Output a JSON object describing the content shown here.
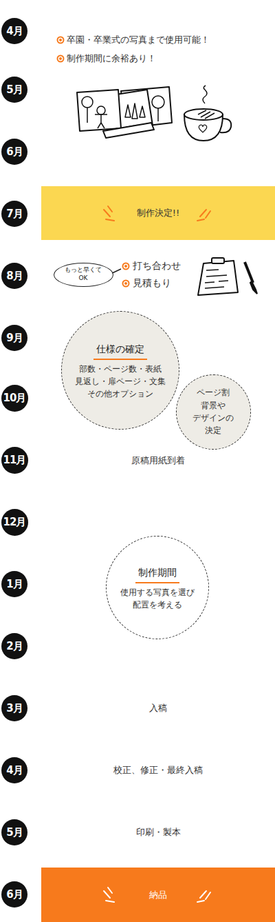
{
  "diagram": {
    "nodes": [
      {
        "text": [
          "4月"
        ]
      },
      {
        "text": [
          "5月"
        ]
      },
      {
        "text": [
          "6月"
        ]
      },
      {
        "text": [
          "7月"
        ]
      },
      {
        "text": [
          "制作決定!!"
        ]
      },
      {
        "text": [
          "8月"
        ]
      },
      {
        "text": [
          "もっと早くて OK"
        ]
      },
      {
        "text": [
          "9月"
        ]
      },
      {
        "text": [
          "仕様の確定",
          "部数・ページ数・表紙 見返し・扉ページ・文集 その他オプション"
        ]
      },
      {
        "text": [
          "10月"
        ]
      },
      {
        "text": [
          "ページ割 背景や デザインの 決定"
        ]
      },
      {
        "text": [
          "11月"
        ]
      },
      {
        "text": [
          "12月"
        ]
      },
      {
        "text": [
          "1月"
        ]
      },
      {
        "text": [
          "制作期間",
          "使用する写真を選び 配置を考える"
        ]
      },
      {
        "text": [
          "2月"
        ]
      },
      {
        "text": [
          "3月"
        ]
      },
      {
        "text": [
          "4月"
        ]
      },
      {
        "text": [
          "5月"
        ]
      },
      {
        "text": [
          "6月"
        ]
      },
      {
        "text": [
          "納品"
        ]
      }
    ],
    "labels": [
      "卒園・卒業式の写真まで使用可能！",
      "制作期間に余裕あり！",
      "打ち合わせ",
      "見積もり",
      "原稿用紙到着",
      "入稿",
      "校正、修正・最終入稿",
      "印刷・製本"
    ]
  }
}
